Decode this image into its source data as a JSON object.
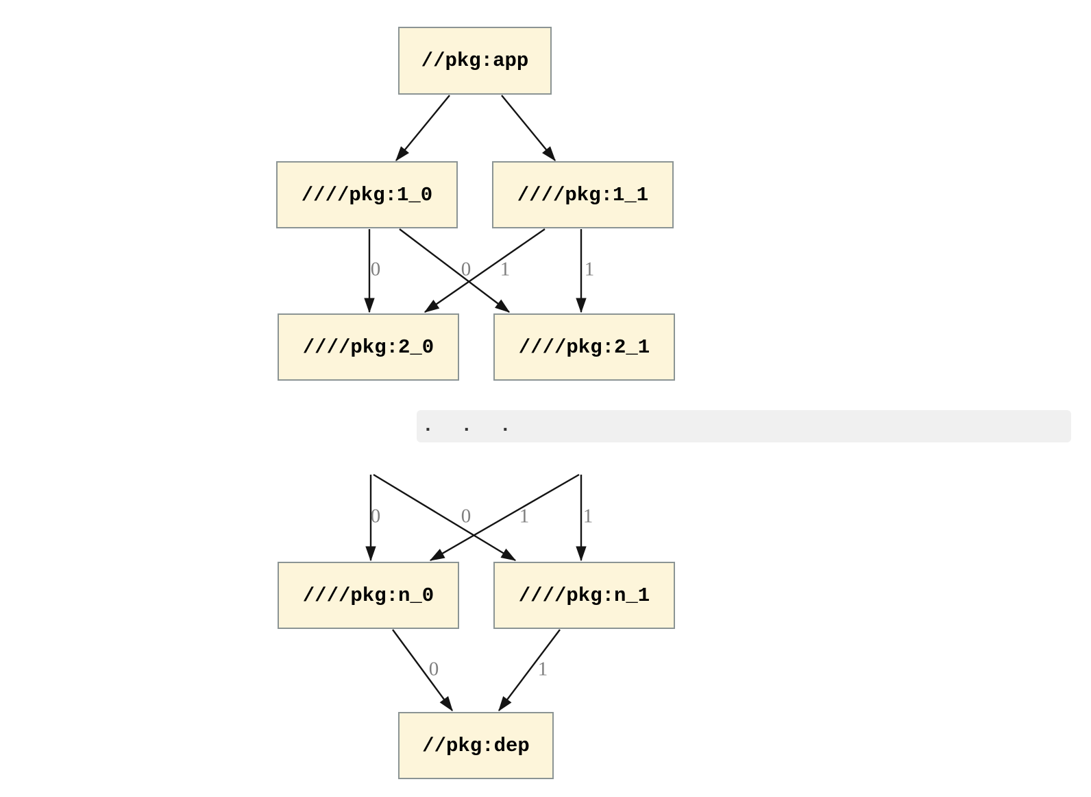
{
  "colors": {
    "background": "#ffffff",
    "node_fill": "#fdf5da",
    "node_border": "#8b9494",
    "edge": "#141414",
    "edge_label": "#7f7f7f",
    "ellipsis_bar": "#f0f0f0",
    "ellipsis_text": "#333333"
  },
  "nodes": {
    "app": {
      "label": "//pkg:app"
    },
    "l1_0": {
      "label": "////pkg:1_0"
    },
    "l1_1": {
      "label": "////pkg:1_1"
    },
    "l2_0": {
      "label": "////pkg:2_0"
    },
    "l2_1": {
      "label": "////pkg:2_1"
    },
    "ln_0": {
      "label": "////pkg:n_0"
    },
    "ln_1": {
      "label": "////pkg:n_1"
    },
    "dep": {
      "label": "//pkg:dep"
    }
  },
  "ellipsis": {
    "label": ".  .  ."
  },
  "edges": [
    {
      "from": "//pkg:app",
      "to": "////pkg:1_0",
      "label": ""
    },
    {
      "from": "//pkg:app",
      "to": "////pkg:1_1",
      "label": ""
    },
    {
      "from": "////pkg:1_0",
      "to": "////pkg:2_0",
      "label": "0"
    },
    {
      "from": "////pkg:1_0",
      "to": "////pkg:2_1",
      "label": "1"
    },
    {
      "from": "////pkg:1_1",
      "to": "////pkg:2_0",
      "label": "0"
    },
    {
      "from": "////pkg:1_1",
      "to": "////pkg:2_1",
      "label": "1"
    },
    {
      "from": "...",
      "to": "////pkg:n_0",
      "label": "0"
    },
    {
      "from": "...",
      "to": "////pkg:n_1",
      "label": "1"
    },
    {
      "from": "...",
      "to": "////pkg:n_0",
      "label": "0"
    },
    {
      "from": "...",
      "to": "////pkg:n_1",
      "label": "1"
    },
    {
      "from": "////pkg:n_0",
      "to": "//pkg:dep",
      "label": "0"
    },
    {
      "from": "////pkg:n_1",
      "to": "//pkg:dep",
      "label": "1"
    }
  ]
}
